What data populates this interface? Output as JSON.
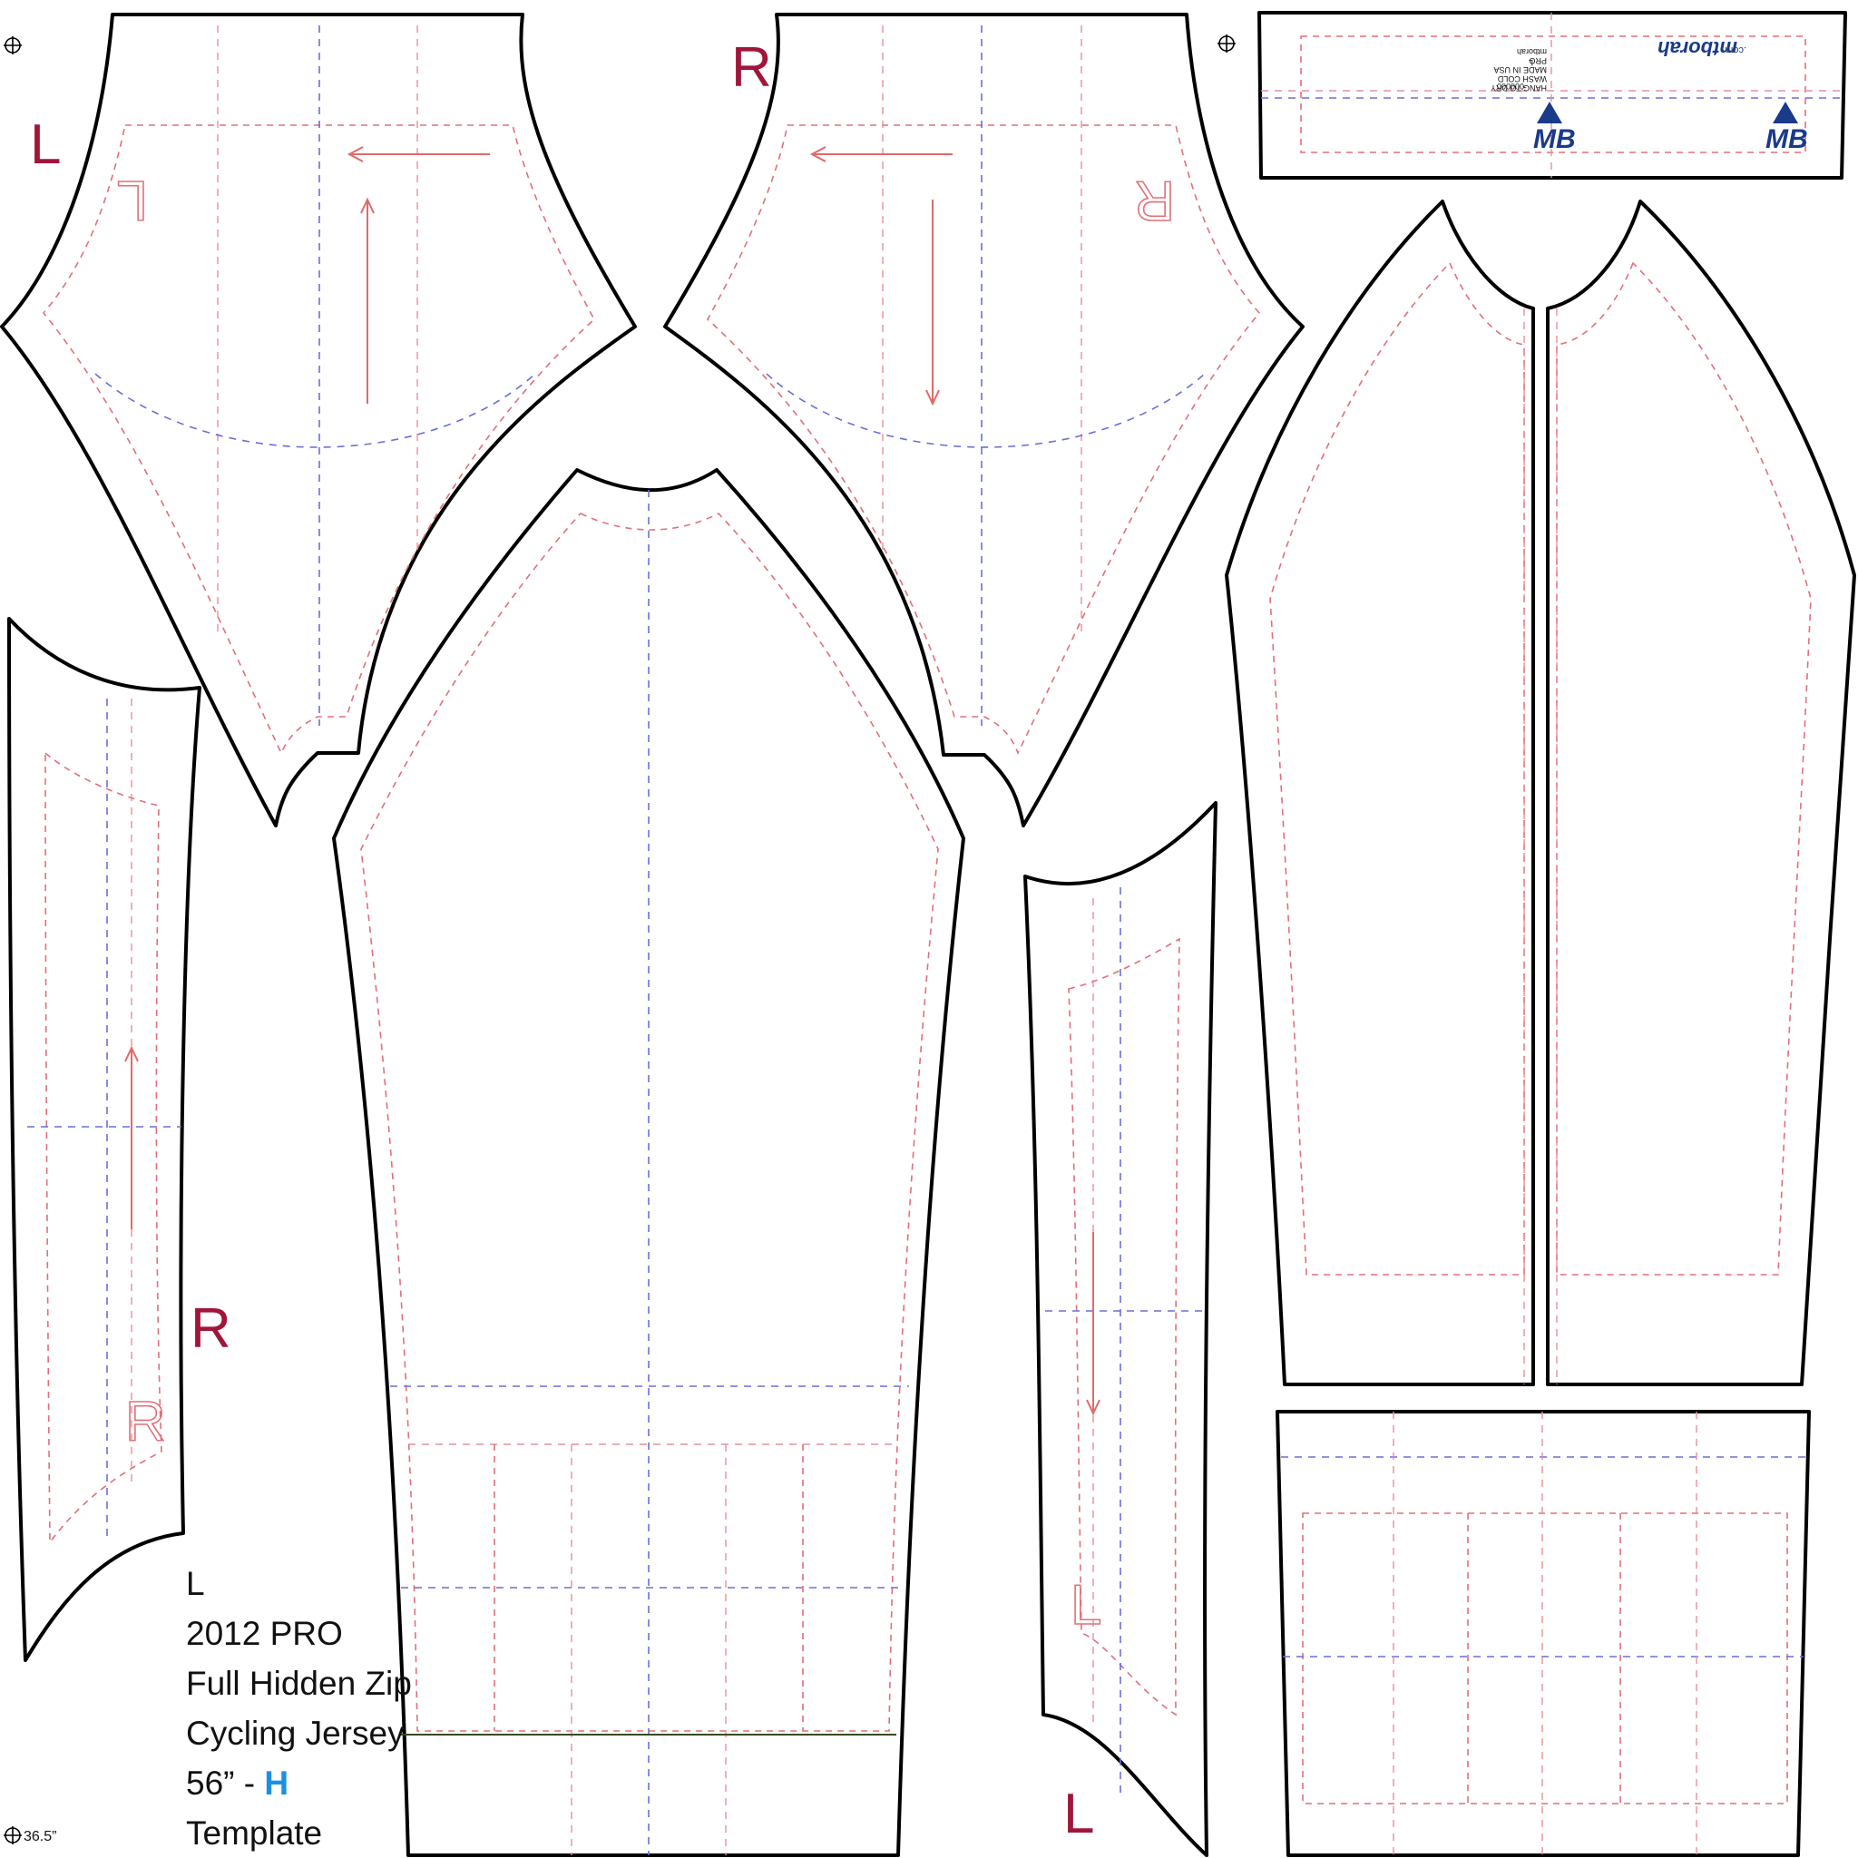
{
  "labels": {
    "left_sleeve_top": "L",
    "right_sleeve_top": "R",
    "right_cuff_outer": "R",
    "left_cuff_outer": "L",
    "ghost_left_sleeve": "L",
    "ghost_right_sleeve": "R",
    "ghost_right_cuff": "R",
    "ghost_left_cuff": "L"
  },
  "info": {
    "size": "L",
    "line1": "2012 PRO",
    "line2": "Full Hidden Zip",
    "line3": "Cycling Jersey",
    "line4_prefix": "56” - ",
    "line4_accent": "H",
    "line5": "Template"
  },
  "registration": {
    "bottom_left_value": "36.5”"
  },
  "collar": {
    "brand": "mtborah",
    "brand_suffix": ".com",
    "mark": "MB",
    "tag_brand": "mtborah",
    "tag_line1": "PRO",
    "tag_line2": "MADE IN USA",
    "tag_line3": "WASH COLD",
    "tag_line4": "HANG TO DRY",
    "tag_size": "L",
    "tag_code": "000000"
  },
  "colors": {
    "cut_line": "#000000",
    "seam_allowance": "#e0707a",
    "guide_blue": "#6a6fd8",
    "side_label": "#a0163a",
    "size_accent": "#1e8fe0",
    "logo": "#1a3a8a"
  }
}
